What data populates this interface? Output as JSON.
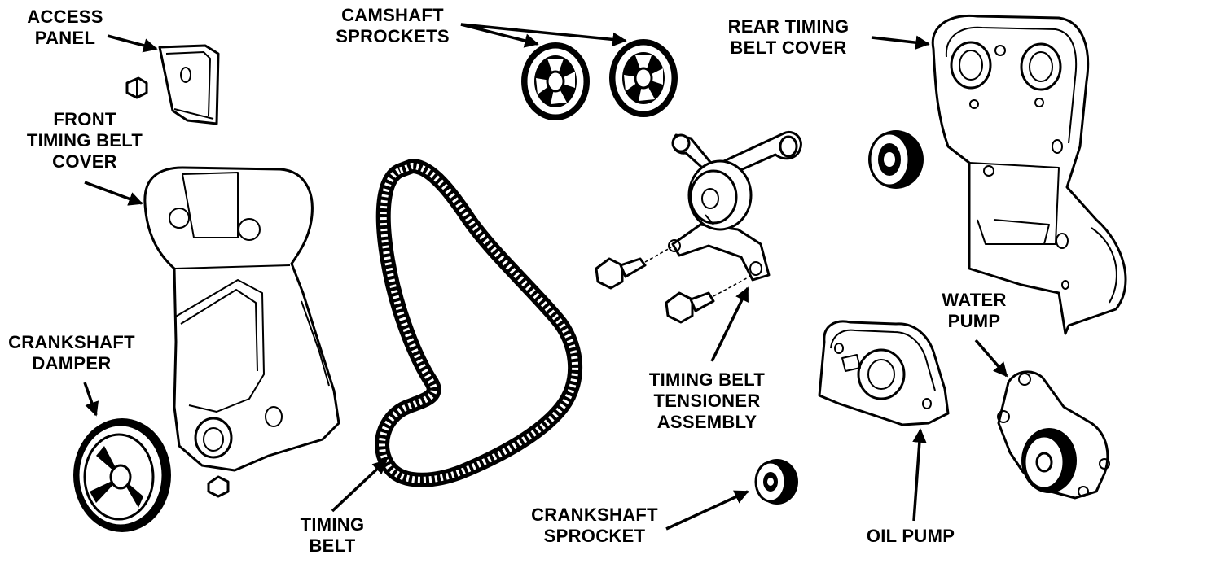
{
  "labels": {
    "access_panel": [
      "ACCESS",
      "PANEL"
    ],
    "camshaft_sprockets": [
      "CAMSHAFT",
      "SPROCKETS"
    ],
    "rear_cover": [
      "REAR TIMING",
      "BELT COVER"
    ],
    "front_cover": [
      "FRONT",
      "TIMING BELT",
      "COVER"
    ],
    "crankshaft_damper": [
      "CRANKSHAFT",
      "DAMPER"
    ],
    "water_pump": [
      "WATER",
      "PUMP"
    ],
    "tensioner": [
      "TIMING BELT",
      "TENSIONER",
      "ASSEMBLY"
    ],
    "timing_belt": [
      "TIMING",
      "BELT"
    ],
    "crankshaft_sprocket": [
      "CRANKSHAFT",
      "SPROCKET"
    ],
    "oil_pump": [
      "OIL PUMP"
    ]
  }
}
